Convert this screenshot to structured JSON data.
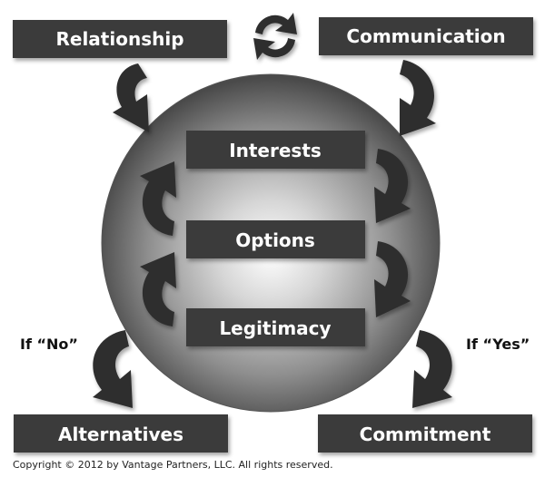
{
  "boxes": {
    "relationship": "Relationship",
    "communication": "Communication",
    "interests": "Interests",
    "options": "Options",
    "legitimacy": "Legitimacy",
    "alternatives": "Alternatives",
    "commitment": "Commitment"
  },
  "branches": {
    "no_label": "If “No”",
    "yes_label": "If “Yes”"
  },
  "copyright": "Copyright © 2012 by Vantage Partners, LLC. All rights reserved.",
  "colors": {
    "box_fill": "#3b3b3b",
    "box_text": "#ffffff",
    "arrow": "#2e2e2e",
    "sphere_center": "#ffffff",
    "sphere_edge": "#4a4a4a"
  },
  "icons": {
    "cycle": "refresh-icon",
    "flow": "curved-arrow-icon"
  }
}
